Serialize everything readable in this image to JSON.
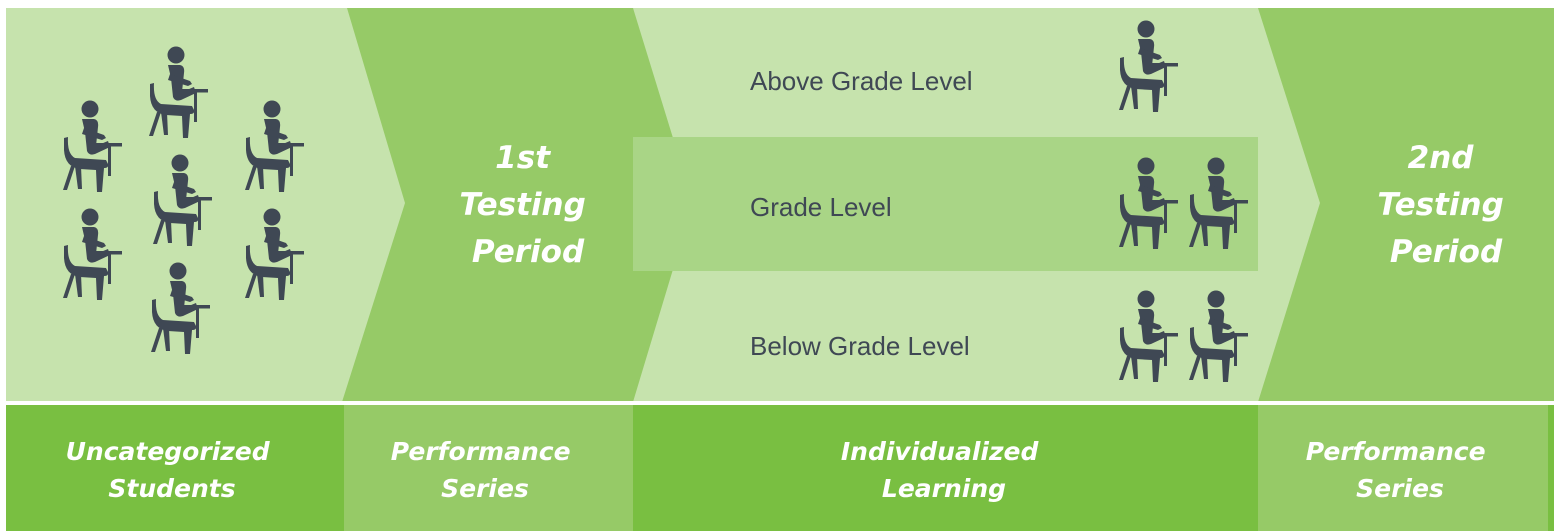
{
  "colors": {
    "light_green": "#c6e3ad",
    "mid_green": "#a9d586",
    "bright_green": "#96ca67",
    "dark_green": "#79bf41",
    "figure": "#3f4854",
    "text_white": "#ffffff"
  },
  "testing_periods": [
    {
      "lines": [
        "1st",
        "Testing",
        "Period"
      ]
    },
    {
      "lines": [
        "2nd",
        "Testing",
        "Period"
      ]
    }
  ],
  "levels": [
    {
      "label": "Above Grade Level",
      "students": 1
    },
    {
      "label": "Grade Level",
      "students": 2
    },
    {
      "label": "Below Grade Level",
      "students": 2
    }
  ],
  "uncategorized": {
    "students": 7
  },
  "bottom_labels": [
    {
      "lines": [
        "Uncategorized",
        "Students"
      ]
    },
    {
      "lines": [
        "Performance",
        "Series"
      ]
    },
    {
      "lines": [
        "Individualized",
        "Learning"
      ]
    },
    {
      "lines": [
        "Performance",
        "Series"
      ]
    }
  ],
  "icons": {
    "student": "student-at-desk-icon"
  }
}
